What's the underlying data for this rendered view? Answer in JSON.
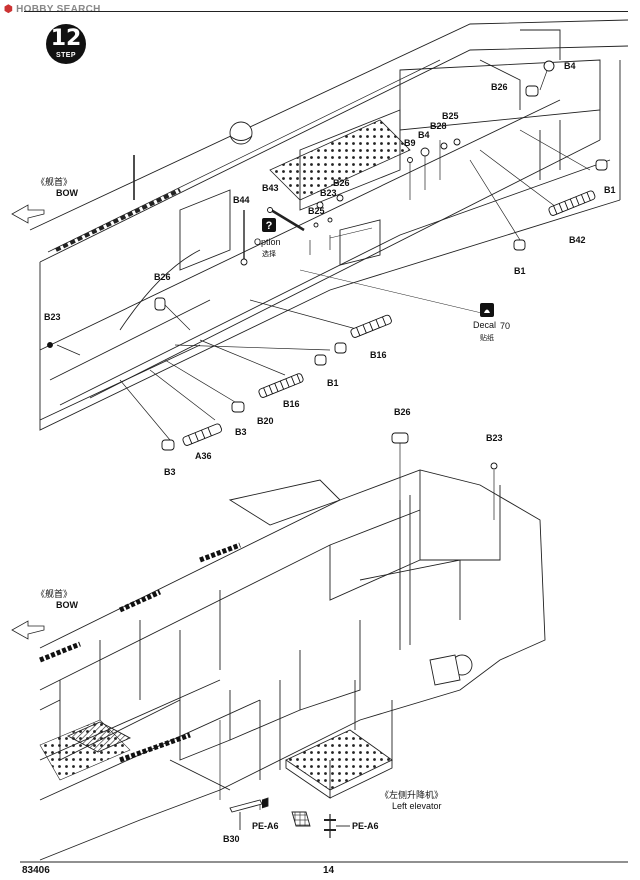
{
  "watermark": "HOBBY SEARCH",
  "step": {
    "number": "12",
    "label": "STEP"
  },
  "bow_cn": "《舰首》",
  "bow_en": "BOW",
  "option": {
    "icon": "?",
    "en": "Option",
    "cn": "选择"
  },
  "decal": {
    "en": "Decal",
    "number": "70",
    "cn": "贴纸"
  },
  "elevator": {
    "cn": "《左侧升降机》",
    "en": "Left elevator"
  },
  "parts_top": {
    "b4": "B4",
    "b26a": "B26",
    "b1a": "B1",
    "b42": "B42",
    "b1b": "B1",
    "b25": "B25",
    "b28": "B28",
    "b4b": "B4",
    "b9": "B9",
    "b43": "B43",
    "b23a": "B23",
    "b26b": "B26",
    "b25b": "B25",
    "b44": "B44",
    "b26c": "B26",
    "b23b": "B23",
    "b16a": "B16",
    "b1c": "B1",
    "b16b": "B16",
    "b20": "B20",
    "b3a": "B3",
    "a36": "A36",
    "b3b": "B3"
  },
  "parts_bottom": {
    "b26": "B26",
    "b23": "B23",
    "b30": "B30",
    "pea6a": "PE-A6",
    "pea6b": "PE-A6"
  },
  "footer": {
    "code": "83406",
    "page": "14"
  }
}
